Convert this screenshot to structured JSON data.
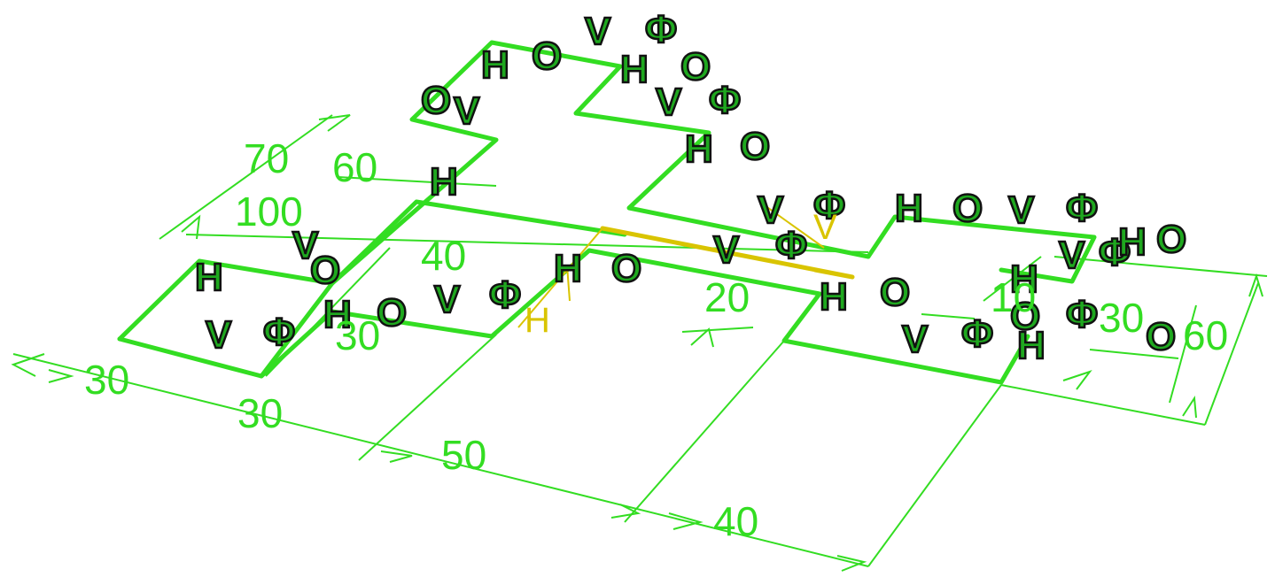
{
  "colors": {
    "background": "#ffffff",
    "geometry": "#33dd22",
    "selected": "#d9c400",
    "constraint_fill": "#1fa81f",
    "constraint_outline": "#111111"
  },
  "constraint_symbols": {
    "horizontal": "H",
    "vertical": "V",
    "perpendicular": "⊥",
    "coincident": "O",
    "fixed": "Φ"
  },
  "dimensions": [
    {
      "id": "d-30-a",
      "text": "30"
    },
    {
      "id": "d-30-b",
      "text": "30"
    },
    {
      "id": "d-50",
      "text": "50"
    },
    {
      "id": "d-40-bottom",
      "text": "40"
    },
    {
      "id": "d-70",
      "text": "70"
    },
    {
      "id": "d-60-left",
      "text": "60"
    },
    {
      "id": "d-100",
      "text": "100"
    },
    {
      "id": "d-40-mid",
      "text": "40"
    },
    {
      "id": "d-30-mid",
      "text": "30"
    },
    {
      "id": "d-20",
      "text": "20"
    },
    {
      "id": "d-10",
      "text": "10"
    },
    {
      "id": "d-30-right",
      "text": "30"
    },
    {
      "id": "d-60-right",
      "text": "60"
    }
  ],
  "selected_labels": [
    {
      "id": "sel-h",
      "text": "H"
    },
    {
      "id": "sel-v",
      "text": "V"
    }
  ]
}
